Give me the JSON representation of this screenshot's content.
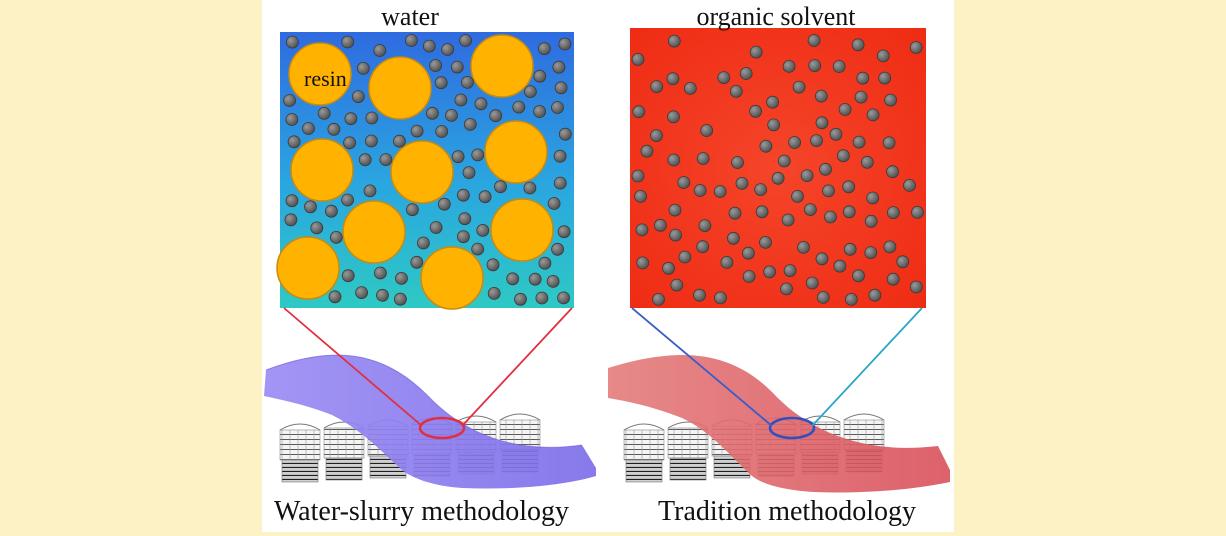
{
  "labels": {
    "water": "water",
    "organic_solvent": "organic solvent",
    "resin": "resin",
    "left_caption": "Water-slurry methodology",
    "right_caption": "Tradition methodology"
  },
  "colors": {
    "page_background": "#fdf1c6",
    "water_top": "#2f6be0",
    "water_bottom": "#2ec9c4",
    "solvent": "#f23a1c",
    "resin_fill": "#ffb300",
    "particle": "#606060",
    "water_ribbon": "#8a7cf0",
    "solvent_ribbon": "#e0686a",
    "zoom_line_red": "#e03040",
    "zoom_line_blue": "#3a5cc8",
    "zoom_line_cyan": "#2aa6c8"
  },
  "icons": {
    "left_ribbon": "coating-ribbon-icon",
    "right_ribbon": "coating-ribbon-icon",
    "substrate": "lattice-structure-icon"
  }
}
